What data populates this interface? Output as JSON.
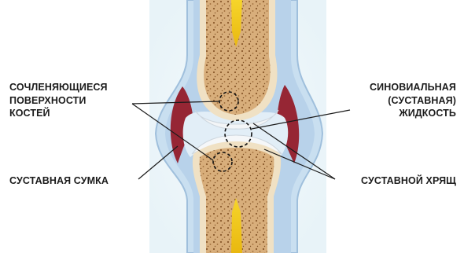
{
  "labels": {
    "articulating_surfaces": [
      "СОЧЛЕНЯЮЩИЕСЯ",
      "ПОВЕРХНОСТИ",
      "КОСТЕЙ"
    ],
    "synovial_fluid": [
      "СИНОВИАЛЬНАЯ",
      "(СУСТАВНАЯ)",
      "ЖИДКОСТЬ"
    ],
    "joint_capsule": "СУСТАВНАЯ СУМКА",
    "articular_cartilage": "СУСТАВНОЙ ХРЯЩ"
  },
  "colors": {
    "background_tint": "#eef7fb",
    "capsule_outer": "#c7dcef",
    "capsule_inner": "#a9c6e2",
    "synovial_membrane": "#9b2a36",
    "bone_spongy": "#d9b07e",
    "bone_cortex": "#f1e3c8",
    "marrow": "#f3cc22",
    "cartilage": "#eef1f4",
    "text": "#1b1b1b"
  }
}
